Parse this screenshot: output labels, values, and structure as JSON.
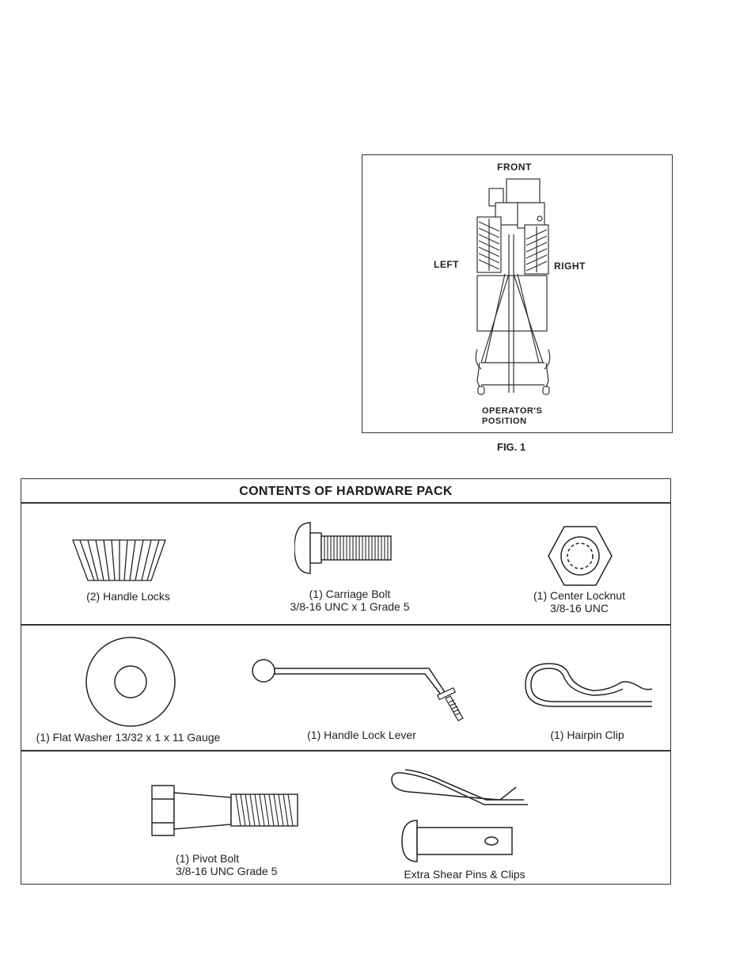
{
  "figure": {
    "front": "FRONT",
    "left": "LEFT",
    "right": "RIGHT",
    "operator_line1": "OPERATOR'S",
    "operator_line2": "POSITION",
    "caption": "FIG. 1"
  },
  "hardware_pack": {
    "title": "CONTENTS OF HARDWARE PACK",
    "items": [
      {
        "line1": "(2) Handle Locks",
        "line2": ""
      },
      {
        "line1": "(1) Carriage Bolt",
        "line2": "3/8-16 UNC x 1 Grade 5"
      },
      {
        "line1": "(1) Center Locknut",
        "line2": "3/8-16 UNC"
      },
      {
        "line1": "(1) Flat Washer 13/32 x 1 x 11 Gauge",
        "line2": ""
      },
      {
        "line1": "(1) Handle Lock Lever",
        "line2": ""
      },
      {
        "line1": "(1) Hairpin Clip",
        "line2": ""
      },
      {
        "line1": "(1) Pivot Bolt",
        "line2": "3/8-16 UNC Grade 5"
      },
      {
        "line1": "Extra Shear Pins & Clips",
        "line2": ""
      }
    ]
  }
}
